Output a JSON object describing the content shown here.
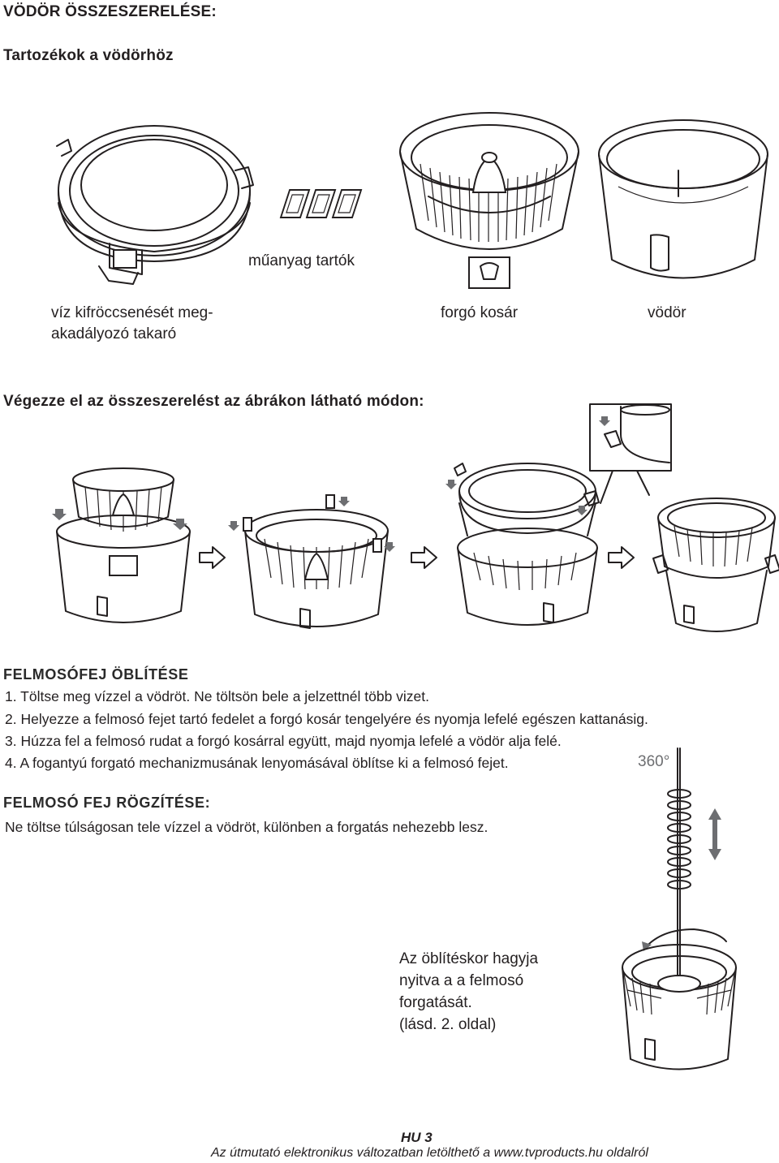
{
  "header": {
    "title": "VÖDÖR ÖSSZESZERELÉSE:",
    "subtitle": "Tartozékok a vödörhöz"
  },
  "parts": {
    "holders": "műanyag tartók",
    "cover_line1": "víz kifröccsenését meg-",
    "cover_line2": "akadályozó takaró",
    "basket": "forgó kosár",
    "bucket": "vödör"
  },
  "assembly": {
    "heading": "Végezze el az összeszerelést az ábrákon látható módon:"
  },
  "rinse": {
    "heading": "FELMOSÓFEJ ÖBLÍTÉSE",
    "steps": [
      "1. Töltse meg vízzel a vödröt. Ne töltsön bele a jelzettnél több vizet.",
      "2. Helyezze a felmosó fejet tartó fedelet a forgó kosár tengelyére és nyomja lefelé egészen kattanásig.",
      "3. Húzza fel a felmosó rudat a forgó kosárral együtt, majd nyomja lefelé a vödör alja felé.",
      "4. A fogantyú forgató mechanizmusának lenyomásával öblítse ki a felmosó fejet."
    ]
  },
  "fix": {
    "heading": "FELMOSÓ FEJ RÖGZÍTÉSE:",
    "text": "Ne töltse túlságosan tele vízzel a vödröt, különben a forgatás nehezebb lesz."
  },
  "note": {
    "line1": "Az öblítéskor hagyja",
    "line2": "nyitva a a felmosó",
    "line3": "forgatását.",
    "line4": "(lásd. 2. oldal)"
  },
  "rotation_label": "360°",
  "footer": {
    "page": "HU 3",
    "text": "Az útmutató elektronikus változatban letölthető a www.tvproducts.hu oldalról"
  }
}
